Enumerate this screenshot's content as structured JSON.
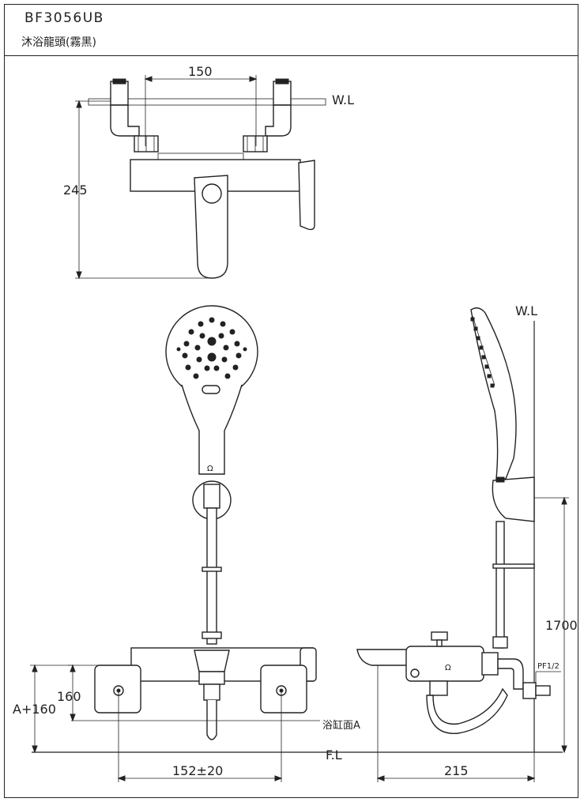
{
  "title_block": {
    "model": "BF3056UB",
    "name": "沐浴龍頭(霧黑)"
  },
  "dimensions": {
    "top_spacing": "150",
    "top_height": "245",
    "water_line_top": "W.L",
    "water_line_side": "W.L",
    "height_160": "160",
    "height_a160": "A+160",
    "tub_surface": "浴缸面A",
    "floor_line": "F.L",
    "width_bottom": "152±20",
    "depth_side": "215",
    "height_1700": "1700",
    "thread": "PF1/2"
  }
}
